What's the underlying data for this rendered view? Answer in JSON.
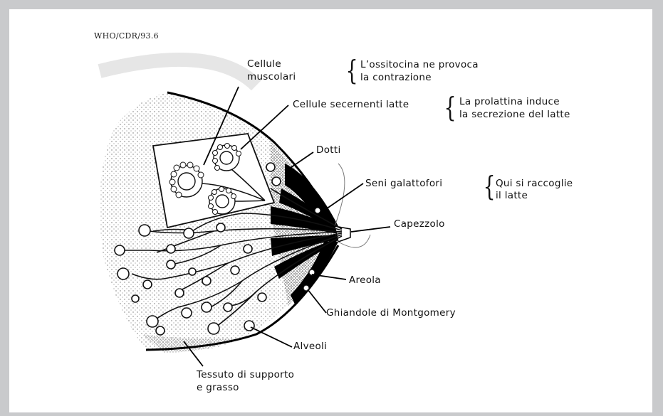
{
  "source_ref": "WHO/CDR/93.6",
  "labels": {
    "cellule_muscolari_1": "Cellule",
    "cellule_muscolari_2": "muscolari",
    "ossitocina_1": "L’ossitocina ne provoca",
    "ossitocina_2": "la contrazione",
    "cellule_secernenti": "Cellule secernenti latte",
    "prolattina_1": "La prolattina induce",
    "prolattina_2": "la secrezione del latte",
    "dotti": "Dotti",
    "seni_galattofori": "Seni galattofori",
    "raccoglie_1": "Qui si raccoglie",
    "raccoglie_2": "il latte",
    "capezzolo": "Capezzolo",
    "areola": "Areola",
    "montgomery": "Ghiandole di Montgomery",
    "alveoli": "Alveoli",
    "tessuto_1": "Tessuto di supporto",
    "tessuto_2": "e grasso"
  },
  "colors": {
    "background": "#c9cacc",
    "panel": "#ffffff",
    "ink": "#111111"
  }
}
